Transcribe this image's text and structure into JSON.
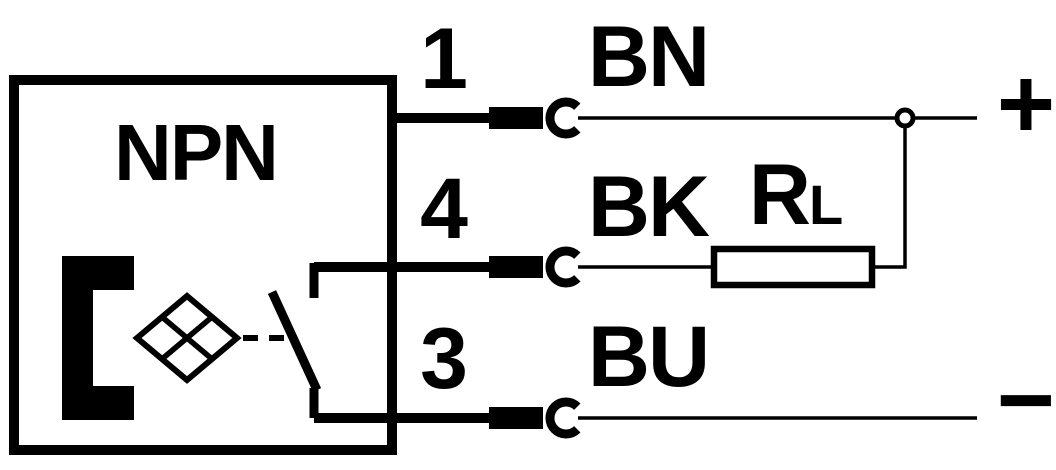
{
  "diagram": {
    "sensor": {
      "output_type": "NPN"
    },
    "pins": [
      {
        "number": "1",
        "wire_color_code": "BN"
      },
      {
        "number": "4",
        "wire_color_code": "BK"
      },
      {
        "number": "3",
        "wire_color_code": "BU"
      }
    ],
    "load_resistor": {
      "symbol": "R",
      "subscript": "L"
    },
    "terminals": {
      "positive": "+",
      "negative": "−"
    },
    "colors": {
      "ink": "#000000",
      "background": "#ffffff"
    }
  }
}
